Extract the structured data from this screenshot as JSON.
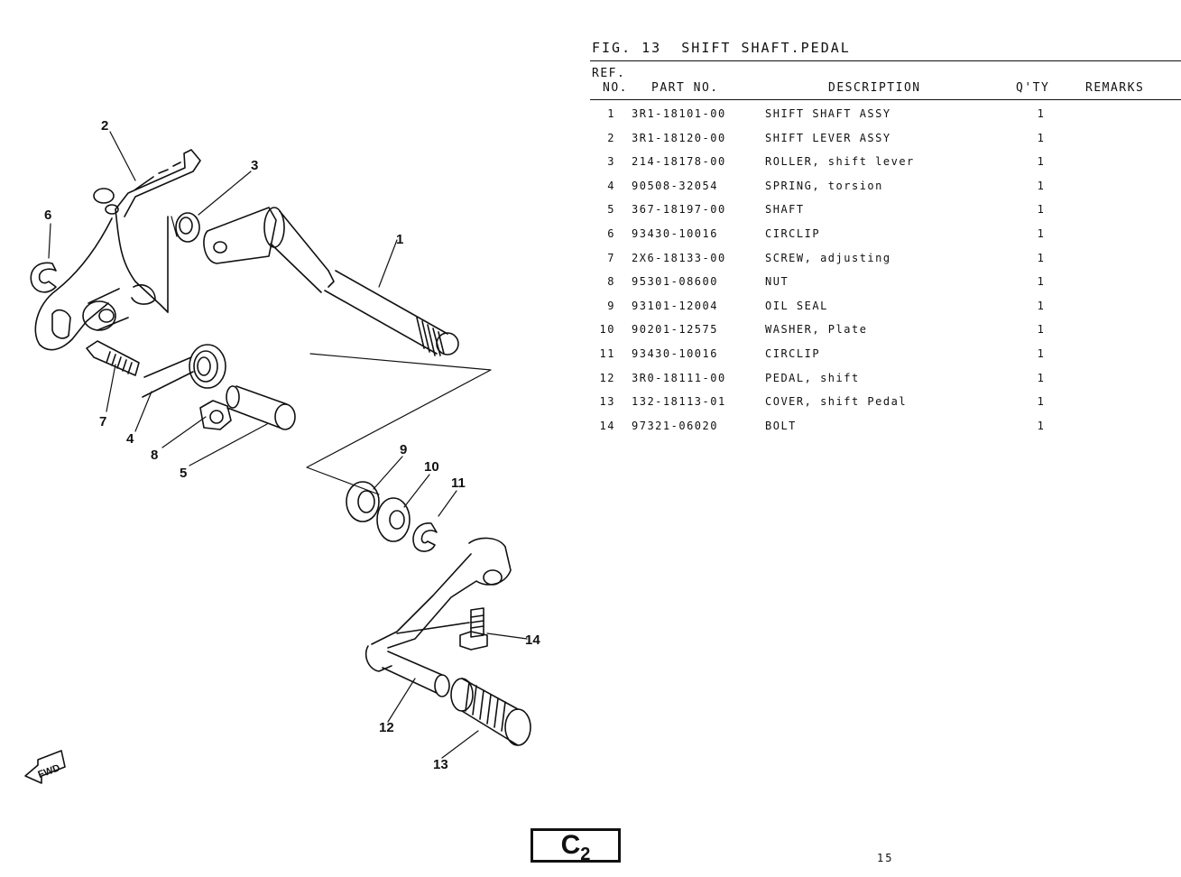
{
  "figure": {
    "title": "FIG. 13  SHIFT SHAFT.PEDAL"
  },
  "table": {
    "headers": {
      "ref_line1": "REF.",
      "ref_line2": "NO.",
      "part_no": "PART NO.",
      "description": "DESCRIPTION",
      "qty": "Q'TY",
      "remarks": "REMARKS"
    },
    "rows": [
      {
        "no": "1",
        "part_no": "3R1-18101-00",
        "description": "SHIFT SHAFT ASSY",
        "qty": "1"
      },
      {
        "no": "2",
        "part_no": "3R1-18120-00",
        "description": "SHIFT LEVER ASSY",
        "qty": "1"
      },
      {
        "no": "3",
        "part_no": "214-18178-00",
        "description": "ROLLER, shift lever",
        "qty": "1"
      },
      {
        "no": "4",
        "part_no": "90508-32054",
        "description": "SPRING, torsion",
        "qty": "1"
      },
      {
        "no": "5",
        "part_no": "367-18197-00",
        "description": "SHAFT",
        "qty": "1"
      },
      {
        "no": "6",
        "part_no": "93430-10016",
        "description": "CIRCLIP",
        "qty": "1"
      },
      {
        "no": "7",
        "part_no": "2X6-18133-00",
        "description": "SCREW, adjusting",
        "qty": "1"
      },
      {
        "no": "8",
        "part_no": "95301-08600",
        "description": "NUT",
        "qty": "1"
      },
      {
        "no": "9",
        "part_no": "93101-12004",
        "description": "OIL SEAL",
        "qty": "1"
      },
      {
        "no": "10",
        "part_no": "90201-12575",
        "description": "WASHER, Plate",
        "qty": "1"
      },
      {
        "no": "11",
        "part_no": "93430-10016",
        "description": "CIRCLIP",
        "qty": "1"
      },
      {
        "no": "12",
        "part_no": "3R0-18111-00",
        "description": "PEDAL, shift",
        "qty": "1"
      },
      {
        "no": "13",
        "part_no": "132-18113-01",
        "description": "COVER, shift Pedal",
        "qty": "1"
      },
      {
        "no": "14",
        "part_no": "97321-06020",
        "description": "BOLT",
        "qty": "1"
      }
    ]
  },
  "diagram": {
    "callouts": [
      "1",
      "2",
      "3",
      "4",
      "5",
      "6",
      "7",
      "8",
      "9",
      "10",
      "11",
      "12",
      "13",
      "14"
    ],
    "fwd_label": "FWD"
  },
  "badge": {
    "letter": "C",
    "number": "2"
  },
  "page_number": "15"
}
